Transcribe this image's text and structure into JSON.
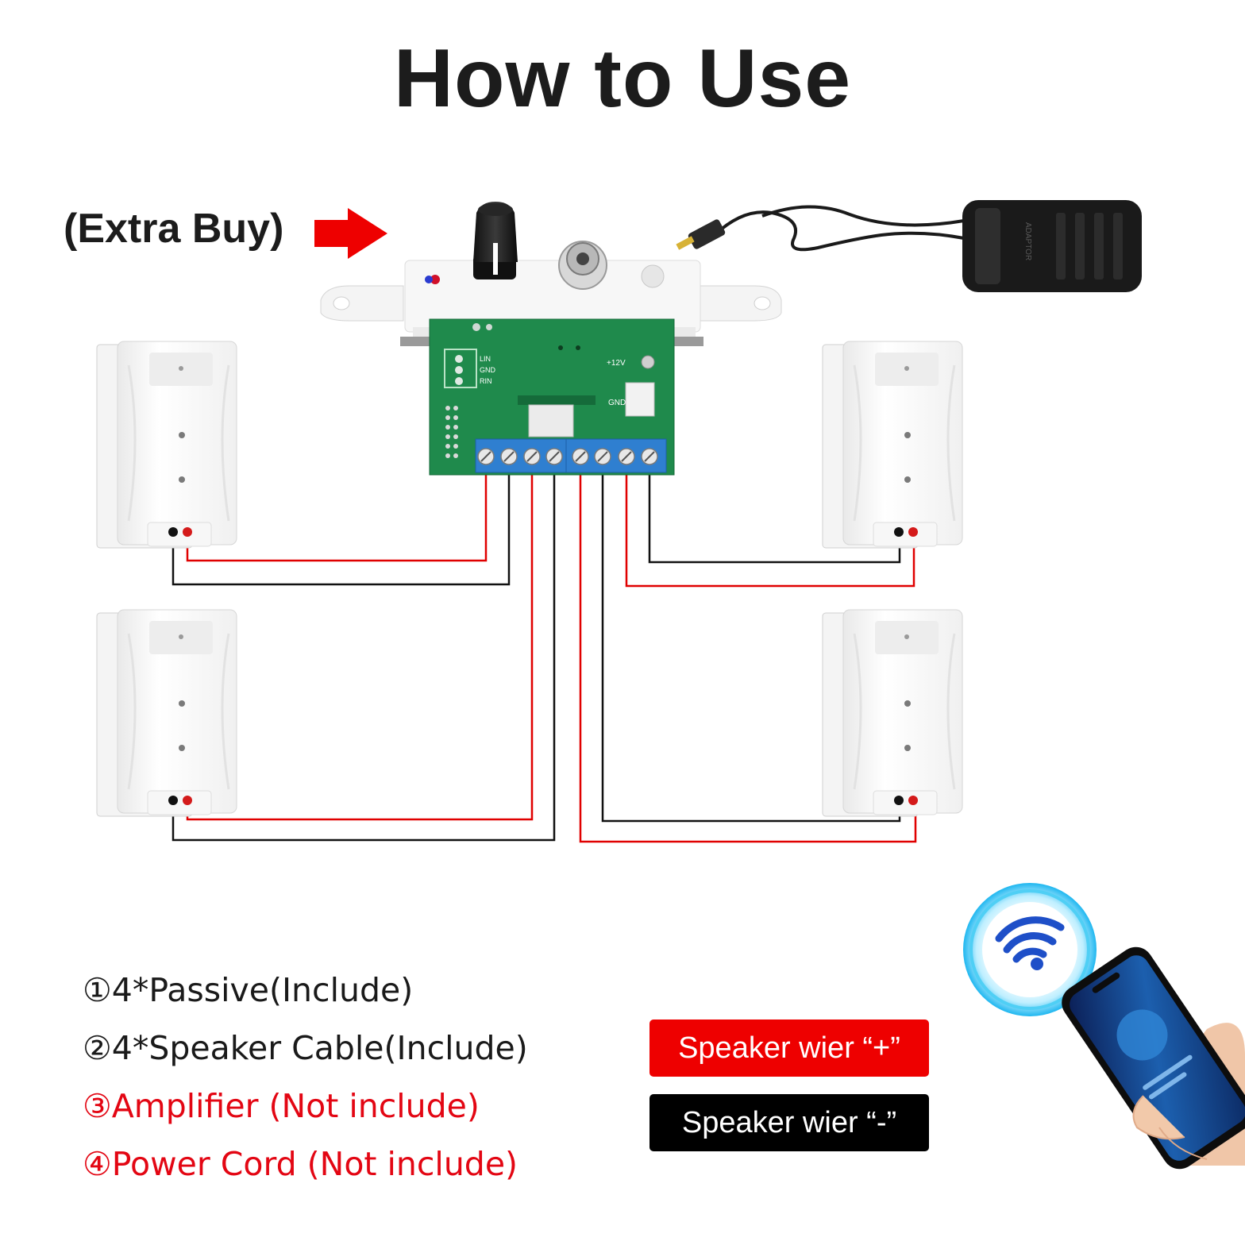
{
  "title": "How to Use",
  "extra_buy": "(Extra Buy)",
  "items": [
    {
      "text": "①4*Passive(Include)",
      "tone": "dark"
    },
    {
      "text": "②4*Speaker Cable(Include)",
      "tone": "dark"
    },
    {
      "text": "③Amplifier  (Not include)",
      "tone": "red"
    },
    {
      "text": "④Power Cord (Not include)",
      "tone": "red"
    }
  ],
  "legend": {
    "plus": "Speaker wier “+”",
    "minus": "Speaker wier “-”"
  },
  "board_labels": {
    "lin": "LIN",
    "gnd": "GND",
    "rin": "RIN",
    "v12": "+12V",
    "gnd2": "GND"
  },
  "adapter_label": "ADAPTOR",
  "colors": {
    "wire_plus": "#e00000",
    "wire_minus": "#111111",
    "board": "#1f8a4c",
    "terminal": "#2f7fd0",
    "arrow": "#ee0000",
    "accent_blue": "#1e4fc8"
  }
}
